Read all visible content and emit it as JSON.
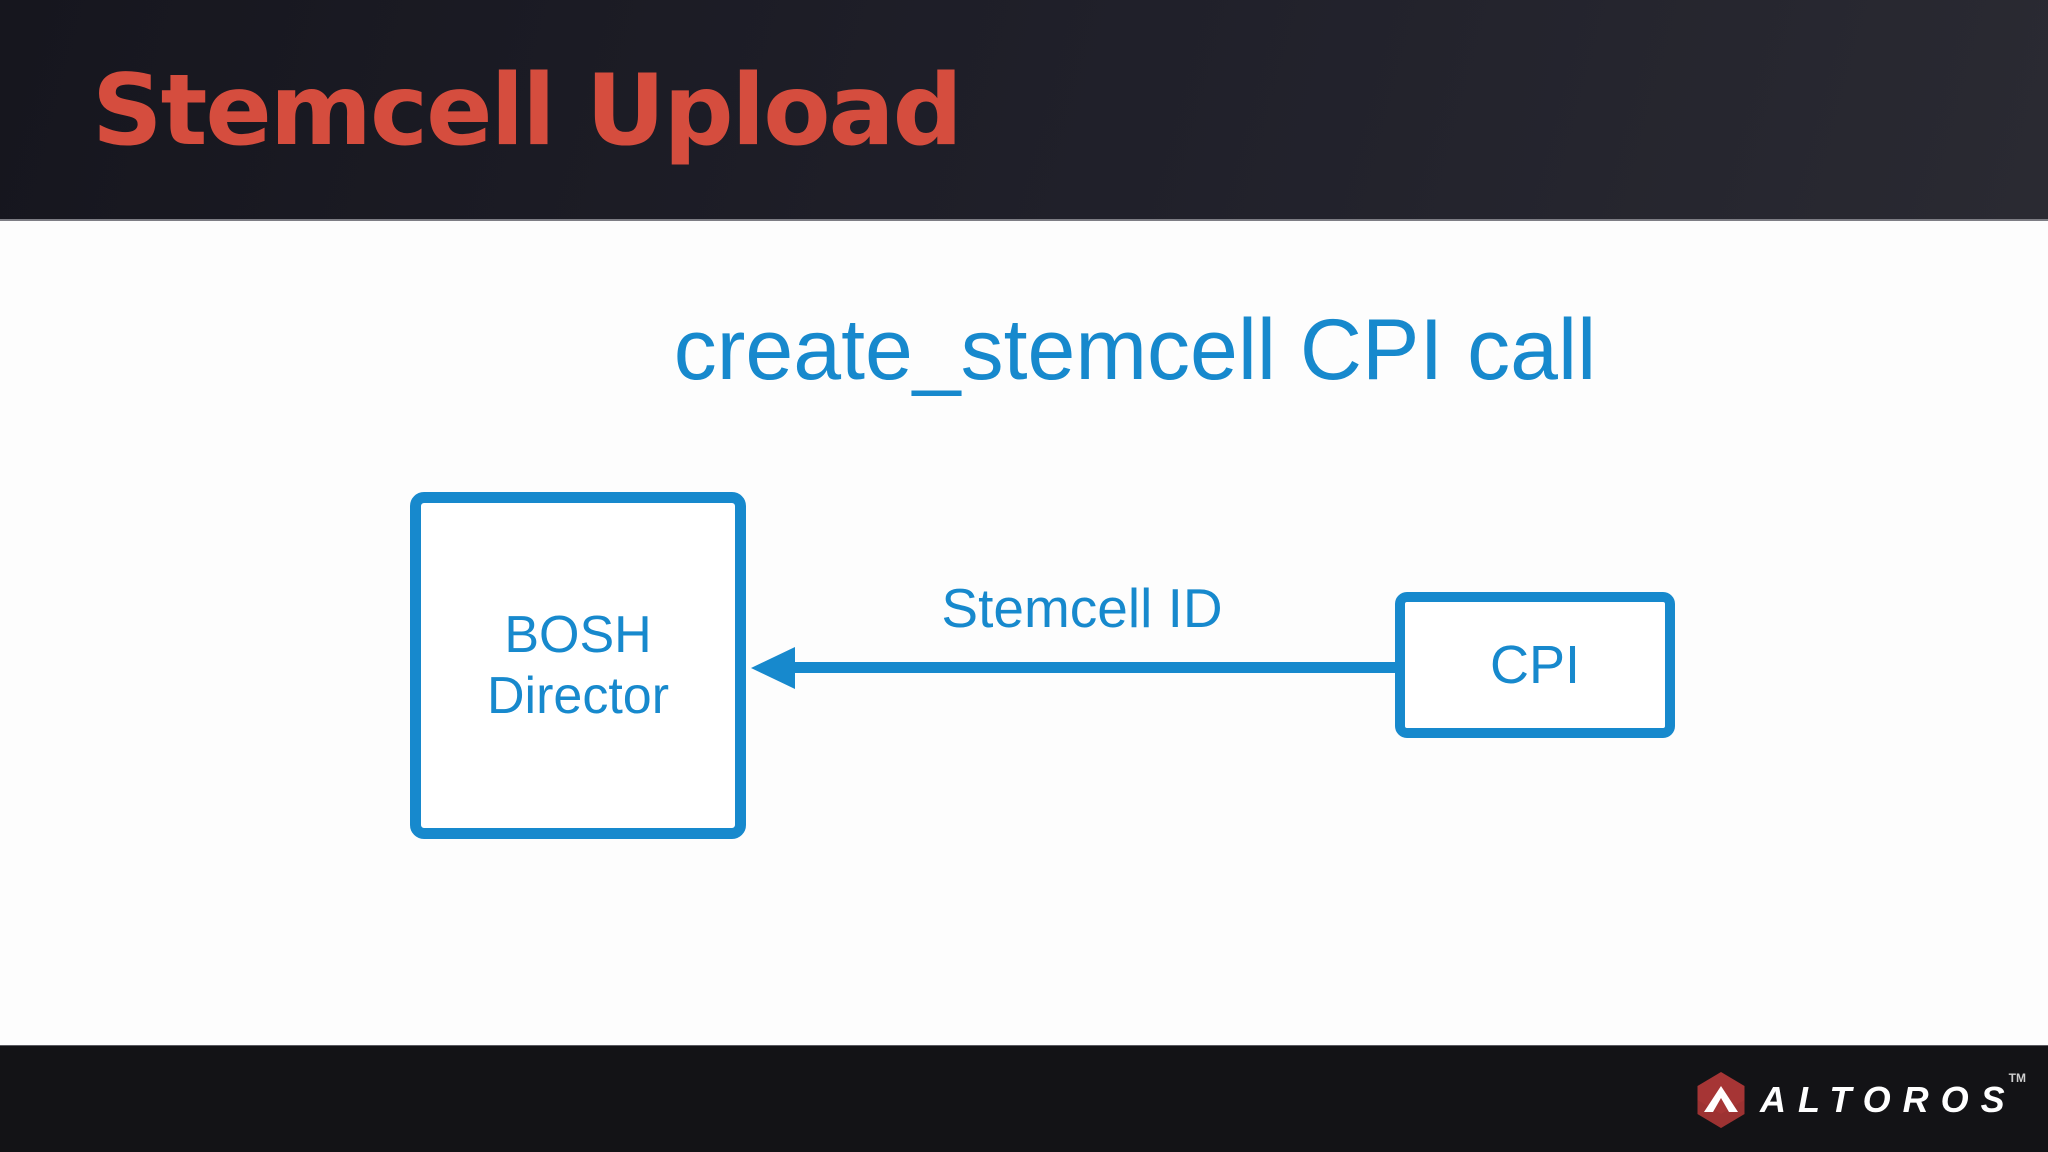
{
  "header": {
    "title": "Stemcell Upload"
  },
  "diagram": {
    "title": "create_stemcell CPI call",
    "nodes": [
      {
        "id": "bosh-director",
        "label_lines": [
          "BOSH",
          "Director"
        ]
      },
      {
        "id": "cpi",
        "label": "CPI"
      }
    ],
    "edge": {
      "label": "Stemcell ID",
      "from": "cpi",
      "to": "bosh-director",
      "direction": "left"
    }
  },
  "footer": {
    "brand": "ALTOROS",
    "trademark": "TM",
    "logo_icon": "altoros-hexagon-logo"
  },
  "colors": {
    "accent_blue": "#1789cd",
    "title_red": "#d54d3e",
    "header_bg_dark": "#16161e",
    "header_bg_light": "#2a2a32",
    "footer_bg": "#131316",
    "content_bg": "#fdfdfd",
    "logo_red": "#a63535"
  }
}
